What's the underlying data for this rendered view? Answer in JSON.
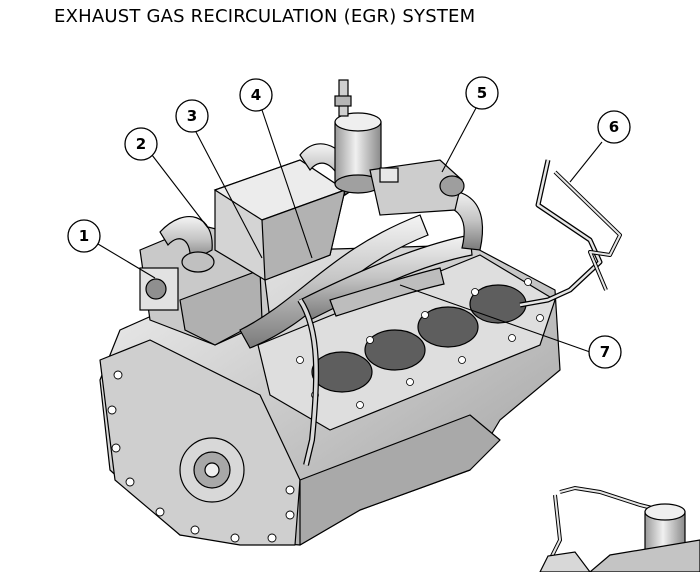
{
  "title": "EXHAUST GAS RECIRCULATION (EGR) SYSTEM",
  "callouts": [
    {
      "number": "1"
    },
    {
      "number": "2"
    },
    {
      "number": "3"
    },
    {
      "number": "4"
    },
    {
      "number": "5"
    },
    {
      "number": "6"
    },
    {
      "number": "7"
    }
  ],
  "colors": {
    "line": "#000000",
    "metal_light": "#e6e6e6",
    "metal_mid": "#b8b8b8",
    "metal_dark": "#6e6e6e"
  }
}
